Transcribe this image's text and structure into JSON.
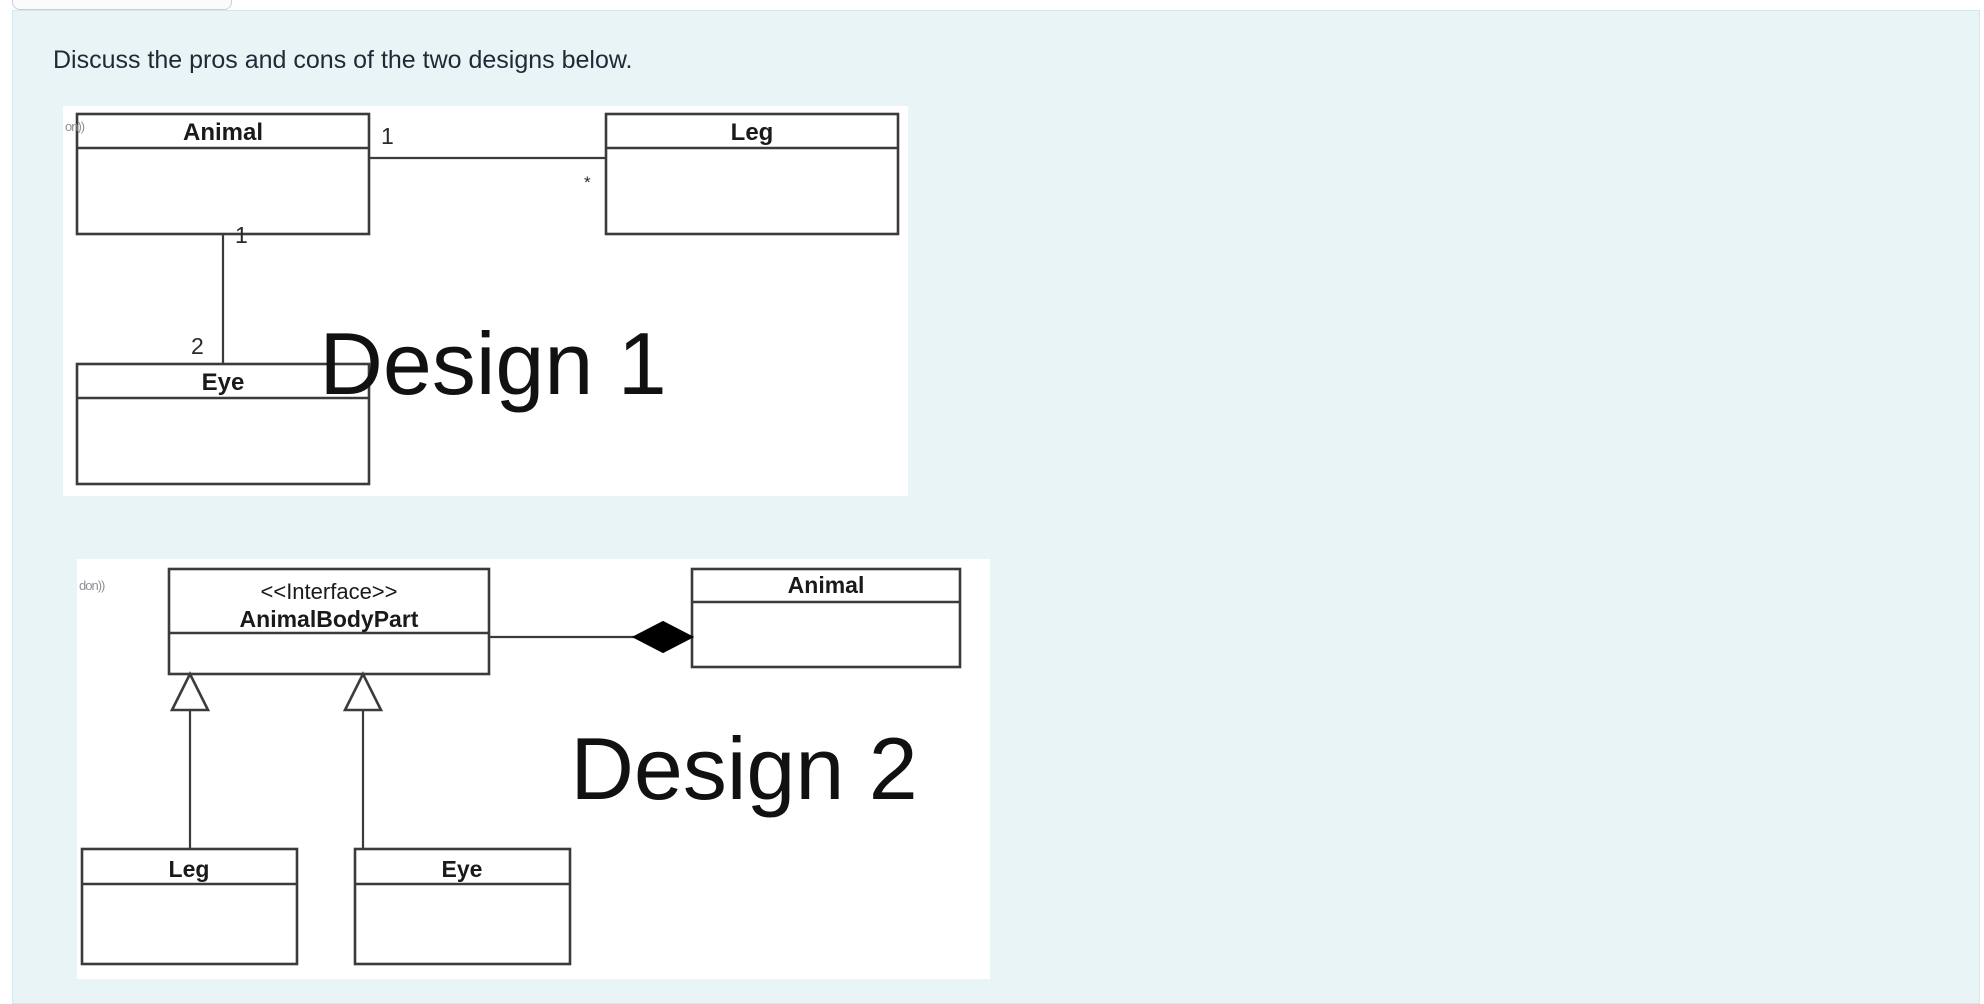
{
  "page": {
    "background_color": "#ffffff",
    "card_color": "#e9f4f7",
    "card_border_color": "#d3e7ec"
  },
  "top_chip": {
    "name": "cut-off-tab"
  },
  "prompt": {
    "text": "Discuss the pros and cons of the two designs below."
  },
  "design1": {
    "caption": "Design 1",
    "artifact_text": "on))",
    "classes": [
      {
        "id": "animal",
        "name": "Animal"
      },
      {
        "id": "leg",
        "name": "Leg"
      },
      {
        "id": "eye",
        "name": "Eye"
      }
    ],
    "associations": [
      {
        "from": "Animal",
        "to": "Leg",
        "from_multiplicity": "1",
        "to_multiplicity": "*",
        "type": "association"
      },
      {
        "from": "Animal",
        "to": "Eye",
        "from_multiplicity": "1",
        "to_multiplicity": "2",
        "type": "association"
      }
    ]
  },
  "design2": {
    "caption": "Design 2",
    "artifact_text": "don))",
    "classes": [
      {
        "id": "iface",
        "stereotype": "<<Interface>>",
        "name": "AnimalBodyPart"
      },
      {
        "id": "animal",
        "name": "Animal"
      },
      {
        "id": "leg",
        "name": "Leg"
      },
      {
        "id": "eye",
        "name": "Eye"
      }
    ],
    "relations": [
      {
        "from": "Animal",
        "to": "AnimalBodyPart",
        "type": "composition"
      },
      {
        "from": "Leg",
        "to": "AnimalBodyPart",
        "type": "generalization"
      },
      {
        "from": "Eye",
        "to": "AnimalBodyPart",
        "type": "generalization"
      }
    ]
  }
}
